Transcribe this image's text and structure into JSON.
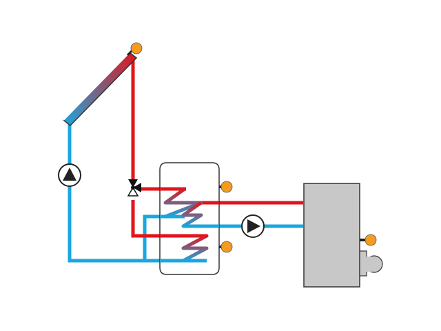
{
  "diagram": {
    "colors": {
      "hot": "#e2141b",
      "cold": "#1aa7e0",
      "sensor": "#f39c1f",
      "outline": "#333333",
      "boiler": "#c8c8c8",
      "tank": "#ffffff",
      "valve": "#111111"
    },
    "components": {
      "collector": "solar-collector",
      "tank": "storage-tank",
      "boiler": "boiler",
      "pumps": [
        "solar-circuit-pump",
        "boiler-circuit-pump"
      ],
      "valve": "three-way-valve",
      "sensors": [
        "collector-sensor",
        "tank-top-sensor",
        "tank-bottom-sensor",
        "boiler-sensor"
      ]
    }
  }
}
